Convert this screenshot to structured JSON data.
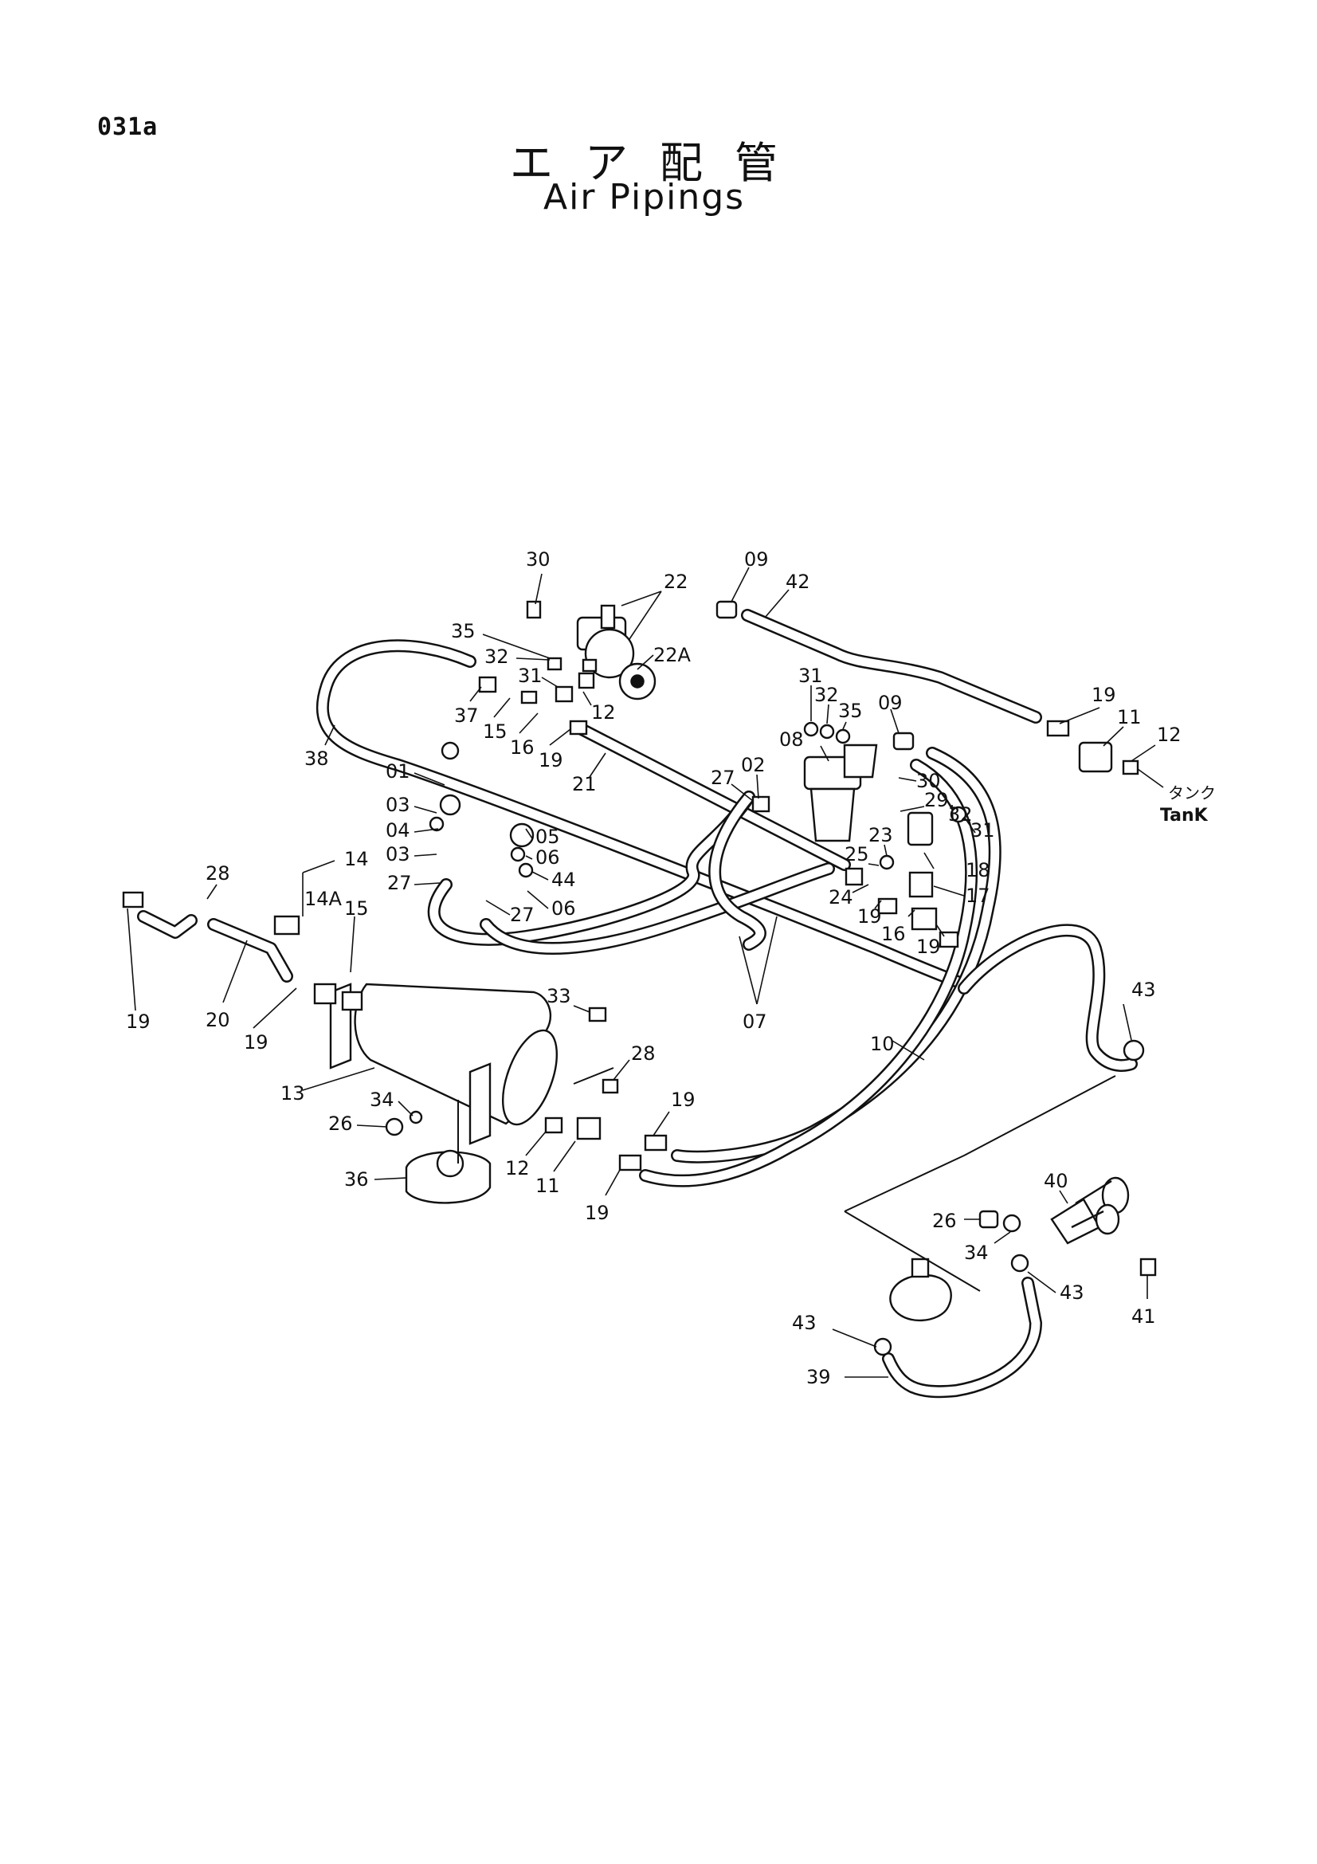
{
  "header": {
    "page_id": "031a",
    "title_jp": "エア配管",
    "title_en": "Air Pipings"
  },
  "tank_label": {
    "jp": "タンク",
    "en": "TanK"
  },
  "callouts": [
    "30",
    "22",
    "09",
    "42",
    "35",
    "32",
    "31",
    "22A",
    "37",
    "15",
    "16",
    "19",
    "12",
    "38",
    "21",
    "31",
    "32",
    "35",
    "09",
    "19",
    "11",
    "12",
    "08",
    "02",
    "27",
    "30",
    "29",
    "32",
    "31",
    "23",
    "18",
    "25",
    "17",
    "01",
    "03",
    "05",
    "04",
    "06",
    "03",
    "44",
    "27",
    "06",
    "27",
    "24",
    "19",
    "16",
    "19",
    "14",
    "14A",
    "28",
    "15",
    "07",
    "19",
    "20",
    "19",
    "33",
    "43",
    "10",
    "13",
    "28",
    "34",
    "26",
    "19",
    "12",
    "11",
    "19",
    "36",
    "40",
    "26",
    "34",
    "43",
    "41",
    "43",
    "39"
  ]
}
